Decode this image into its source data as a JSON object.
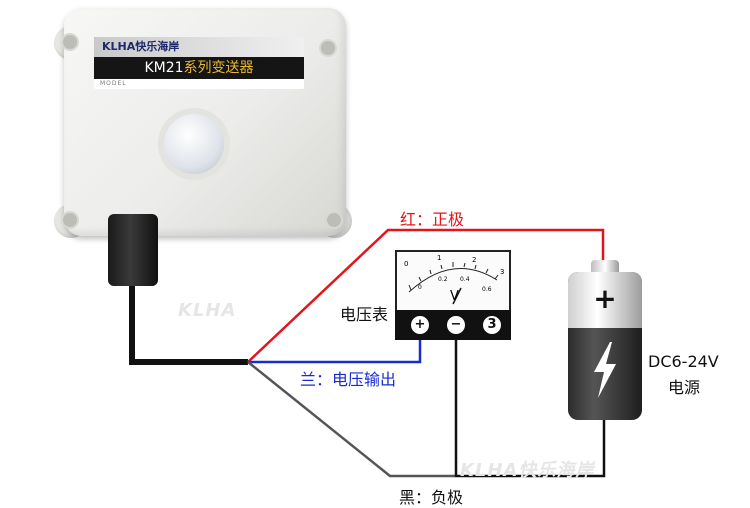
{
  "device": {
    "brand": "KLHA快乐海岸",
    "model_prefix": "KM21",
    "model_suffix": "系列变送器",
    "model_tag": "MODEL"
  },
  "meter": {
    "label": "电压表",
    "unit": "V",
    "scale_top": [
      "0",
      "1",
      "2",
      "3"
    ],
    "scale_bottom": [
      "0",
      "0.2",
      "0.4",
      "0.6"
    ],
    "terminals": [
      "+",
      "−",
      "3"
    ]
  },
  "battery": {
    "symbol": "+",
    "label_line1": "DC6-24V",
    "label_line2": "电源"
  },
  "wires": {
    "red_label": "红：正极",
    "blue_label": "兰：电压输出",
    "black_label": "黑：负极",
    "colors": {
      "red": "#e5141b",
      "blue": "#1a2bd0",
      "black": "#111111",
      "gray": "#555555"
    }
  },
  "watermarks": [
    "KLHA",
    "KLHA快乐海岸"
  ]
}
